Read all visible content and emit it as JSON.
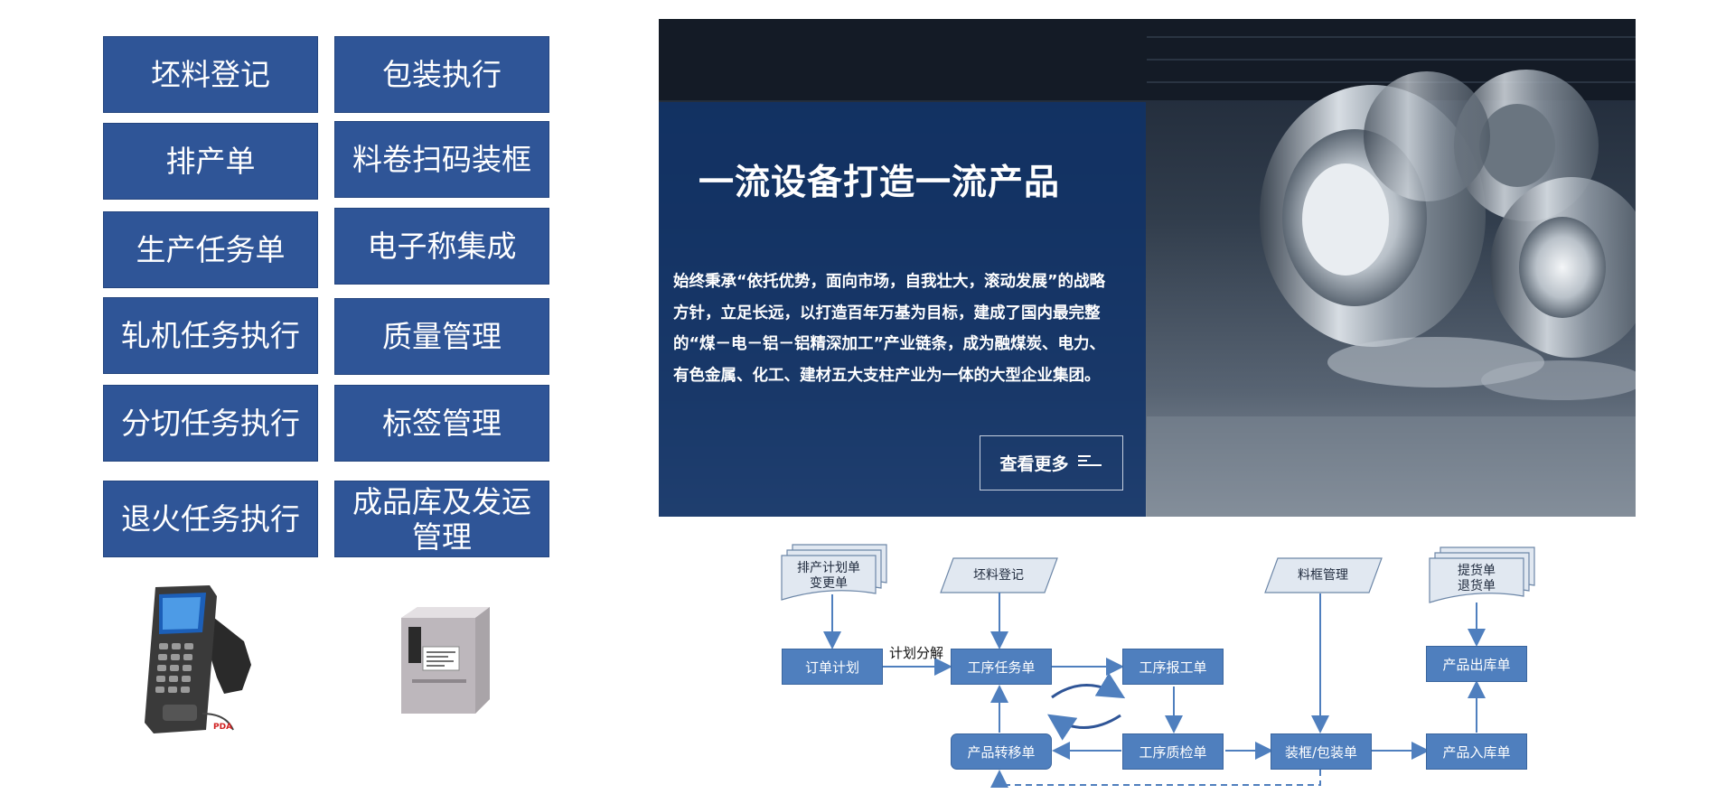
{
  "menu": {
    "tiles": [
      "坯料登记",
      "包装执行",
      "排产单",
      "料卷扫码装框",
      "生产任务单",
      "电子称集成",
      "轧机任务执行",
      "质量管理",
      "分切任务执行",
      "标签管理",
      "退火任务执行",
      "成品库及发运管理"
    ]
  },
  "devices": {
    "pda_label": "PDA",
    "pda_icon": "handheld-scanner-icon",
    "printer_icon": "label-printer-icon"
  },
  "banner": {
    "title": "一流设备打造一流产品",
    "body": "始终秉承“依托优势，面向市场，自我壮大，滚动发展”的战略方针，立足长远，以打造百年万基为目标，建成了国内最完整的“煤－电－铝－铝精深加工”产业链条，成为融煤炭、电力、有色金属、化工、建材五大支柱产业为一体的大型企业集团。",
    "more_label": "查看更多",
    "more_icon": "menu-lines-icon"
  },
  "flowchart": {
    "docs": {
      "plan_doc_line1": "排产计划单",
      "plan_doc_line2": "变更单",
      "pickup_doc_line1": "提货单",
      "pickup_doc_line2": "退货单"
    },
    "inputs": {
      "blank_registration": "坯料登记",
      "frame_management": "料框管理"
    },
    "nodes": {
      "order_plan": "订单计划",
      "process_task_order": "工序任务单",
      "process_report_order": "工序报工单",
      "product_outbound_order": "产品出库单",
      "product_transfer_order": "产品转移单",
      "process_inspection_order": "工序质检单",
      "frame_packing_order": "装框/包装单",
      "product_inbound_order": "产品入库单"
    },
    "edge_labels": {
      "plan_split": "计划分解"
    },
    "colors": {
      "node_fill": "#4f7fbe",
      "arrow": "#4f7fbe",
      "tile_fill": "#2f5597"
    }
  }
}
